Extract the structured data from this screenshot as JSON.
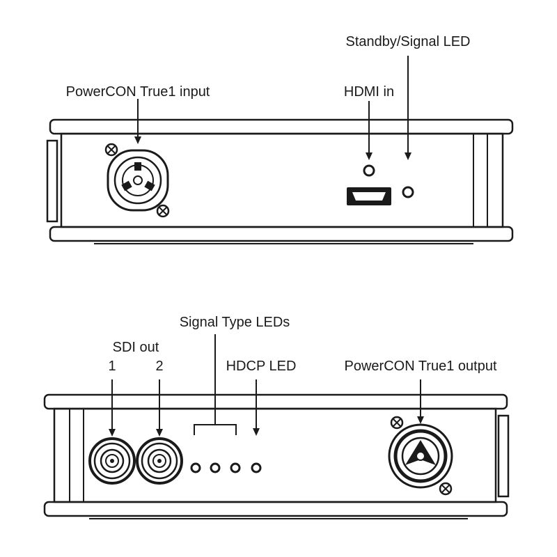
{
  "labels": {
    "powercon_input": "PowerCON True1 input",
    "standby_signal_led": "Standby/Signal LED",
    "hdmi_in": "HDMI in",
    "signal_type_leds": "Signal Type LEDs",
    "sdi_out": "SDI out",
    "sdi_1": "1",
    "sdi_2": "2",
    "hdcp_led": "HDCP LED",
    "powercon_output": "PowerCON True1 output"
  }
}
